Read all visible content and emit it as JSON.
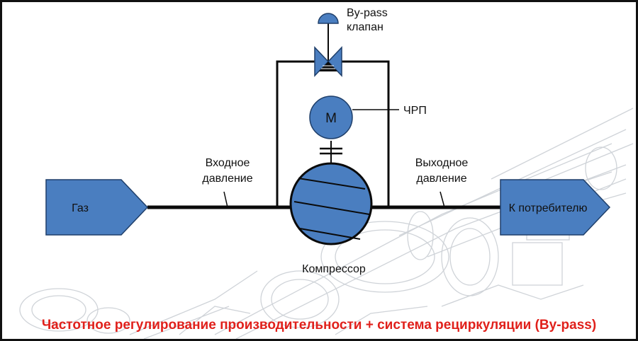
{
  "colors": {
    "node_fill": "#4a7ec0",
    "node_stroke": "#1f3f6a",
    "pipe": "#0a0a0a",
    "caption": "#e0201b",
    "background_sketch": "#cfd3d8"
  },
  "labels": {
    "bypass_valve_line1": "By-pass",
    "bypass_valve_line2": "клапан",
    "vfd": "ЧРП",
    "motor_letter": "M",
    "inlet_pressure_line1": "Входное",
    "inlet_pressure_line2": "давление",
    "outlet_pressure_line1": "Выходное",
    "outlet_pressure_line2": "давление",
    "gas_source": "Газ",
    "consumer": "К потребителю",
    "compressor": "Компрессор"
  },
  "caption": "Частотное регулирование производительности + система рециркуляции (By-pass)"
}
